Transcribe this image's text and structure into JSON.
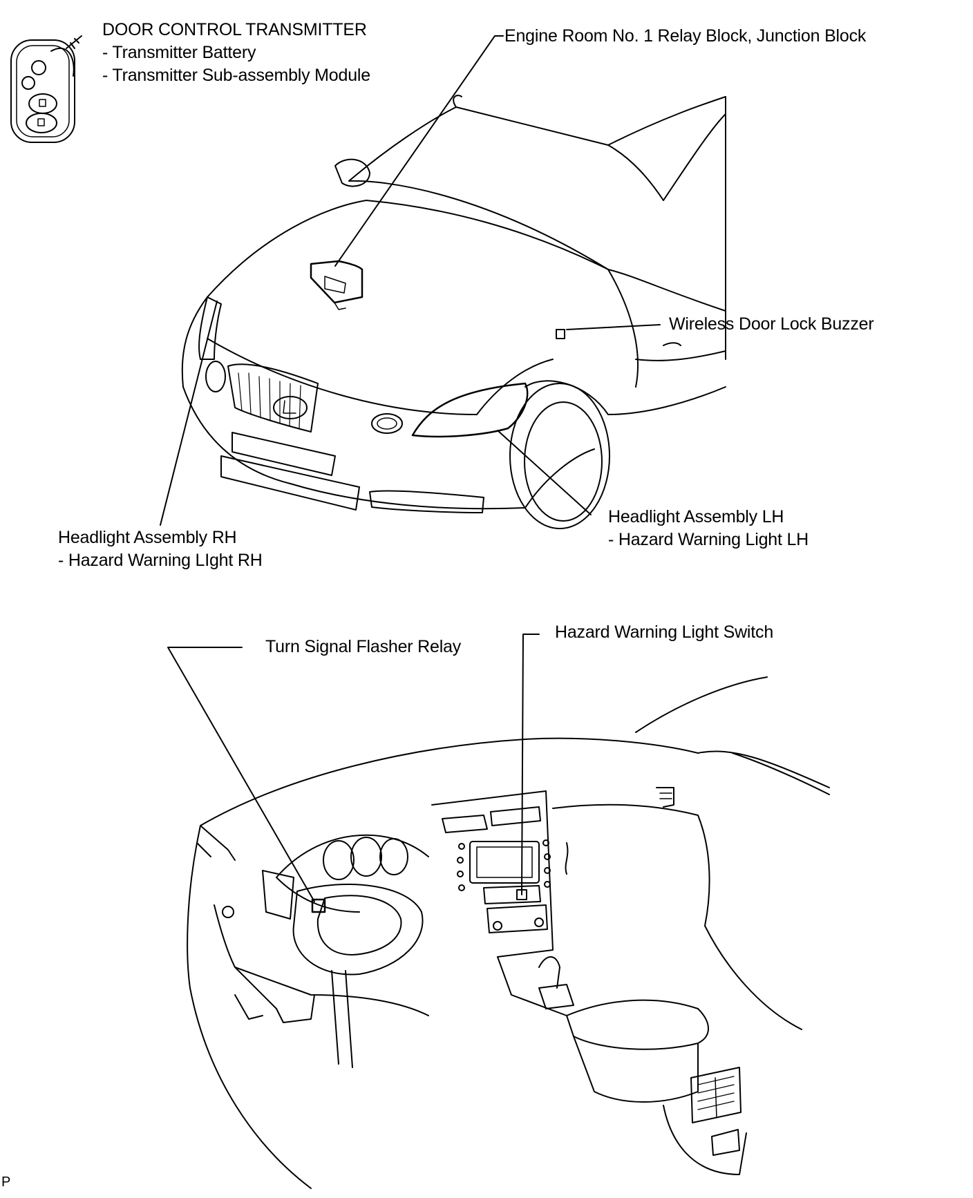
{
  "labels": {
    "transmitter": {
      "title": "DOOR CONTROL TRANSMITTER",
      "items": [
        "- Transmitter Battery",
        "- Transmitter Sub-assembly Module"
      ]
    },
    "relay_block": "Engine Room No. 1 Relay Block, Junction Block",
    "door_buzzer": "Wireless Door Lock Buzzer",
    "headlight_lh": {
      "title": "Headlight Assembly LH",
      "item": "- Hazard Warning Light LH"
    },
    "headlight_rh": {
      "title": "Headlight Assembly RH",
      "item": "- Hazard Warning LIght RH"
    },
    "flasher_relay": "Turn Signal Flasher Relay",
    "hazard_switch": "Hazard Warning Light Switch"
  },
  "corner_mark": "P"
}
